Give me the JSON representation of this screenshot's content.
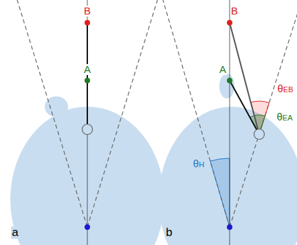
{
  "diagram": {
    "labels": [
      "B",
      "A",
      "a",
      "B",
      "A",
      "θEB",
      "θEA",
      "θH",
      "b"
    ]
  }
}
